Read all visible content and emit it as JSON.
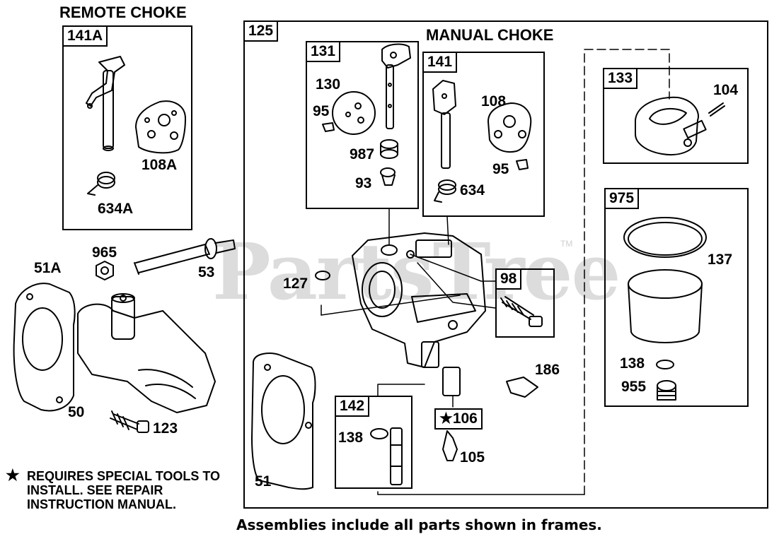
{
  "watermark": {
    "text": "PartsTree",
    "tm": "TM"
  },
  "remote_choke": {
    "title": "REMOTE CHOKE",
    "frame_tag": "141A",
    "labels": {
      "p108A": "108A",
      "p634A": "634A"
    }
  },
  "manual_choke": {
    "frame_tag": "125",
    "title": "MANUAL CHOKE",
    "frames": {
      "f131": {
        "tag": "131",
        "labels": {
          "p130": "130",
          "p95": "95",
          "p987": "987",
          "p93": "93"
        }
      },
      "f141": {
        "tag": "141",
        "labels": {
          "p108": "108",
          "p95": "95",
          "p634": "634"
        }
      },
      "f133": {
        "tag": "133",
        "labels": {
          "p104": "104"
        }
      },
      "f975": {
        "tag": "975",
        "labels": {
          "p137": "137",
          "p138": "138",
          "p955": "955"
        }
      },
      "f98": {
        "tag": "98"
      },
      "f142": {
        "tag": "142",
        "labels": {
          "p138": "138"
        }
      },
      "f106": {
        "tag": "★106"
      }
    },
    "labels": {
      "p127": "127",
      "p186": "186",
      "p105": "105",
      "p51": "51"
    }
  },
  "loose_parts": {
    "p51A": "51A",
    "p965": "965",
    "p53": "53",
    "p50": "50",
    "p123": "123"
  },
  "notes": {
    "special_tools": "REQUIRES SPECIAL TOOLS TO INSTALL.  SEE REPAIR INSTRUCTION MANUAL.",
    "star": "★",
    "assemblies": "Assemblies include all parts shown in frames."
  }
}
